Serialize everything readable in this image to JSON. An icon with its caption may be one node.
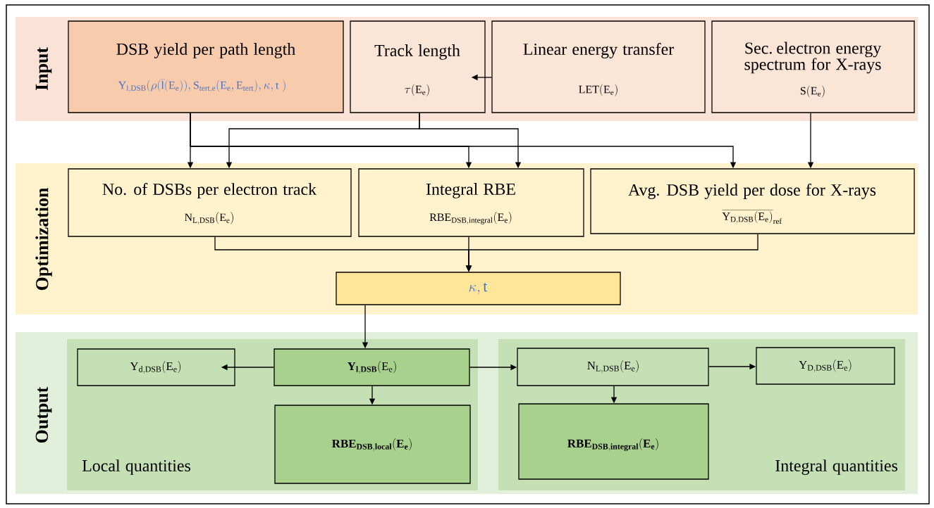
{
  "diagram": {
    "nodes": [
      {
        "text": [
          "Input"
        ]
      },
      {
        "text": [
          "DSB yield per path length",
          "\\mathrm{Y_{l,DSB}(}\\rho(\\bar{\\mathrm{l}}(\\mathrm{E_e})),\\mathrm{S_{tert,e}(E_e,E_{tert})},\\kappa,\\mathrm{t}\\ )"
        ],
        "in": 0
      },
      {
        "text": [
          "Track length",
          "\\tau(\\mathrm{E_e})"
        ],
        "in": 0
      },
      {
        "text": [
          "Linear energy transfer",
          "\\mathrm{LET(E_e)}"
        ],
        "in": 0
      },
      {
        "text": [
          "Sec. electron energy spectrum for X-rays",
          "\\mathrm{S(E_e)}"
        ],
        "in": 0
      },
      {
        "text": [
          "Optimization"
        ]
      },
      {
        "text": [
          "No. of DSBs per electron track",
          "\\mathrm{N_{L,DSB}(E_e)}"
        ],
        "in": 5
      },
      {
        "text": [
          "Integral RBE",
          "\\mathrm{RBE_{DSB,integral}(E_e)}"
        ],
        "in": 5
      },
      {
        "text": [
          "Avg. DSB yield per dose for X-rays",
          "\\overline{\\mathrm{Y_{D,DSB}(E_e)}}_{\\mathrm{ref}}"
        ],
        "in": 5
      },
      {
        "text": [
          "\\kappa,\\mathrm{t}"
        ],
        "in": 5
      },
      {
        "text": [
          "Output"
        ]
      },
      {
        "text": [
          "Local quantities"
        ],
        "in": 10
      },
      {
        "text": [
          "\\mathrm{Y_{d,DSB}(E_e)}"
        ],
        "in": 11
      },
      {
        "text": [
          "\\mathbf{Y_{l,DSB}}\\mathrm{(E_e)}"
        ],
        "in": 11
      },
      {
        "text": [
          "\\mathbf{RBE_{DSB,local}(E_e)}"
        ],
        "in": 11
      },
      {
        "text": [
          "Integral quantities"
        ],
        "in": 10
      },
      {
        "text": [
          "\\mathrm{N_{L,DSB}(E_e)}"
        ],
        "in": 15
      },
      {
        "text": [
          "\\mathrm{Y_{D,DSB}(E_e)}"
        ],
        "in": 15
      },
      {
        "text": [
          "\\mathbf{RBE_{DSB,integral}(E_e)}"
        ],
        "in": 15
      }
    ],
    "edges": [
      {
        "from": 3,
        "to": 2,
        "arrow": "to"
      },
      {
        "from": 1,
        "to": 6,
        "arrow": "to"
      },
      {
        "from": 1,
        "to": 7,
        "arrow": "to"
      },
      {
        "from": 1,
        "to": 8,
        "arrow": "to"
      },
      {
        "from": 2,
        "to": 6,
        "arrow": "to"
      },
      {
        "from": 2,
        "to": 7,
        "arrow": "to"
      },
      {
        "from": 4,
        "to": 8,
        "arrow": "to"
      },
      {
        "from": 6,
        "to": 9,
        "arrow": "to"
      },
      {
        "from": 7,
        "to": 9,
        "arrow": "to"
      },
      {
        "from": 8,
        "to": 9,
        "arrow": "to"
      },
      {
        "from": 9,
        "to": 13,
        "arrow": "to"
      },
      {
        "from": 13,
        "to": 12,
        "arrow": "to"
      },
      {
        "from": 13,
        "to": 14,
        "arrow": "to"
      },
      {
        "from": 13,
        "to": 16,
        "arrow": "to"
      },
      {
        "from": 16,
        "to": 17,
        "arrow": "to"
      },
      {
        "from": 16,
        "to": 18,
        "arrow": "to"
      }
    ]
  }
}
